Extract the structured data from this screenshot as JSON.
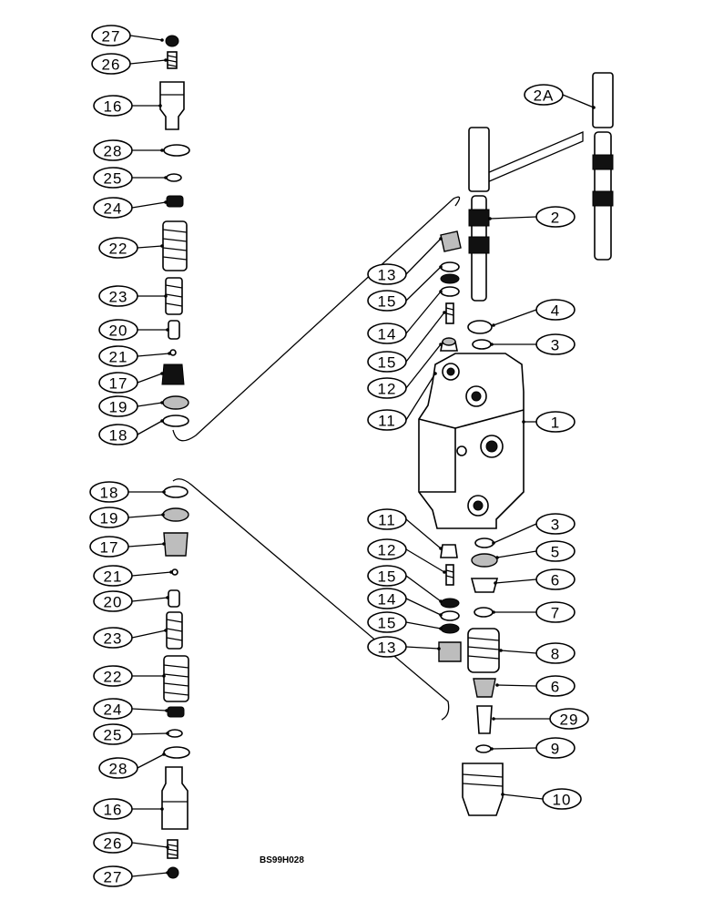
{
  "figure_code": "BS99H028",
  "callouts": {
    "top_left": [
      "27",
      "26",
      "16",
      "28",
      "25",
      "24",
      "22",
      "23",
      "20",
      "21",
      "17",
      "19",
      "18"
    ],
    "bottom_left": [
      "18",
      "19",
      "17",
      "21",
      "20",
      "23",
      "22",
      "24",
      "25",
      "28",
      "16",
      "26",
      "27"
    ],
    "center_upper": [
      "13",
      "15",
      "14",
      "15",
      "12",
      "11"
    ],
    "center_lower": [
      "11",
      "12",
      "15",
      "14",
      "15",
      "13"
    ],
    "right_upper": [
      "2A",
      "2",
      "4",
      "3",
      "1"
    ],
    "right_lower": [
      "3",
      "5",
      "6",
      "7",
      "8",
      "6",
      "29",
      "9",
      "10"
    ]
  }
}
